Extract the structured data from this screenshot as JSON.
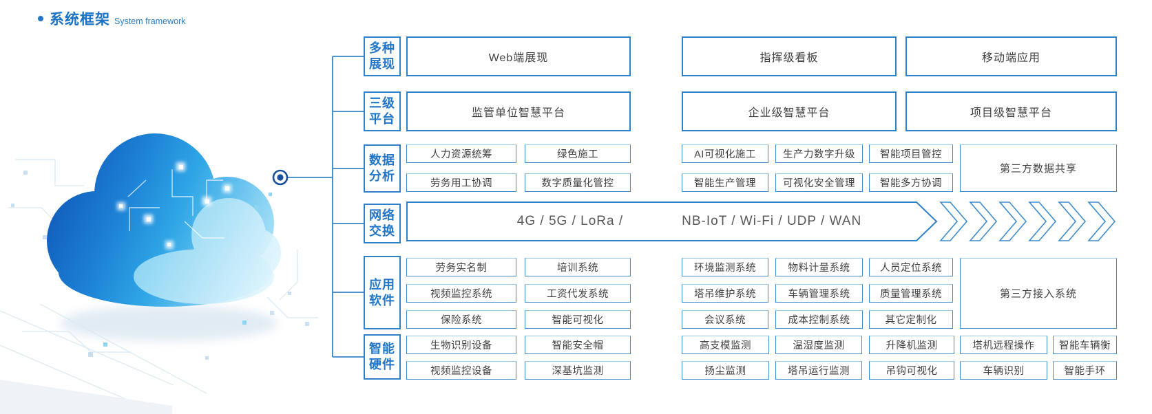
{
  "title": {
    "zh": "系统框架",
    "en": "System framework"
  },
  "colors": {
    "accent": "#2176c7",
    "box_border_strong": "#2e7fc6",
    "box_border_light": "#9cc8e8",
    "box_text": "#3f3f3f",
    "chevron": "#3e8bcb",
    "cloud_dark": "#1059b8",
    "cloud_light": "#c3ecfa"
  },
  "categories": [
    {
      "id": "multi-display",
      "line1": "多种",
      "line2": "展现"
    },
    {
      "id": "three-level-platform",
      "line1": "三级",
      "line2": "平台"
    },
    {
      "id": "data-analysis",
      "line1": "数据",
      "line2": "分析"
    },
    {
      "id": "network-exchange",
      "line1": "网络",
      "line2": "交换"
    },
    {
      "id": "application-software",
      "line1": "应用",
      "line2": "软件"
    },
    {
      "id": "smart-hardware",
      "line1": "智能",
      "line2": "硬件"
    }
  ],
  "row_display": {
    "boxes": [
      "Web端展现",
      "指挥级看板",
      "移动端应用"
    ]
  },
  "row_platform": {
    "boxes": [
      "监管单位智慧平台",
      "企业级智慧平台",
      "项目级智慧平台"
    ]
  },
  "row_data": {
    "left": [
      [
        "人力资源统筹",
        "绿色施工"
      ],
      [
        "劳务用工协调",
        "数字质量化管控"
      ]
    ],
    "mid": [
      [
        "AI可视化施工",
        "生产力数字升级",
        "智能项目管控"
      ],
      [
        "智能生产管理",
        "可视化安全管理",
        "智能多方协调"
      ]
    ],
    "tall": "第三方数据共享"
  },
  "row_network": {
    "text_left": "4G / 5G / LoRa /",
    "text_right": "NB-IoT / Wi-Fi / UDP / WAN",
    "chevron_count": 6
  },
  "row_apps": {
    "left": [
      [
        "劳务实名制",
        "培训系统"
      ],
      [
        "视频监控系统",
        "工资代发系统"
      ],
      [
        "保险系统",
        "智能可视化"
      ]
    ],
    "mid": [
      [
        "环境监测系统",
        "物料计量系统",
        "人员定位系统"
      ],
      [
        "塔吊维护系统",
        "车辆管理系统",
        "质量管理系统"
      ],
      [
        "会议系统",
        "成本控制系统",
        "其它定制化"
      ]
    ],
    "tall": "第三方接入系统"
  },
  "row_hardware": {
    "left": [
      [
        "生物识别设备",
        "智能安全帽"
      ],
      [
        "视频监控设备",
        "深基坑监测"
      ]
    ],
    "right": [
      [
        "高支模监测",
        "温湿度监测",
        "升降机监测",
        "塔机远程操作",
        "智能车辆衡"
      ],
      [
        "扬尘监测",
        "塔吊运行监测",
        "吊钩可视化",
        "车辆识别",
        "智能手环"
      ]
    ]
  }
}
